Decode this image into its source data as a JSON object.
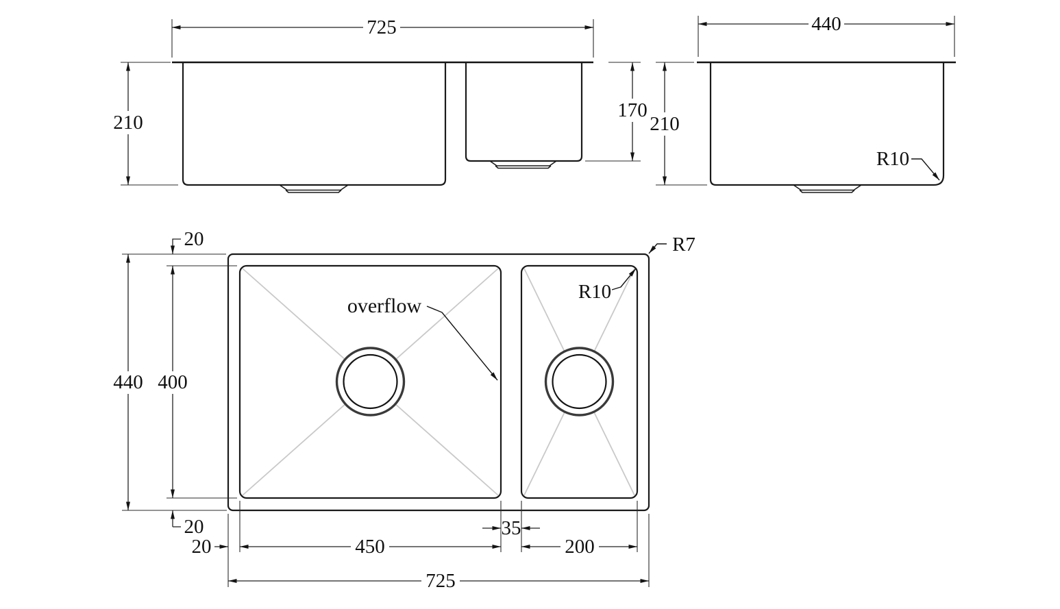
{
  "drawing": {
    "front_view": {
      "overall_width": "725",
      "main_bowl_depth": "210",
      "second_bowl_depth": "170"
    },
    "side_view": {
      "overall_depth": "440",
      "bowl_depth": "210",
      "bottom_corner_radius": "R10"
    },
    "plan_view": {
      "rim_top_offset": "20",
      "overall_depth": "440",
      "bowl_depth": "400",
      "rim_bottom_offset": "20",
      "rim_left_offset": "20",
      "main_bowl_width": "450",
      "divider_width": "35",
      "second_bowl_width": "200",
      "overall_width": "725",
      "overflow_label": "overflow",
      "bowl_corner_radius": "R10",
      "rim_corner_radius": "R7"
    },
    "colors": {
      "line": "#1a1a1a",
      "dimension": "#222222",
      "diagonal": "#c9c9c9",
      "background": "#ffffff"
    }
  }
}
